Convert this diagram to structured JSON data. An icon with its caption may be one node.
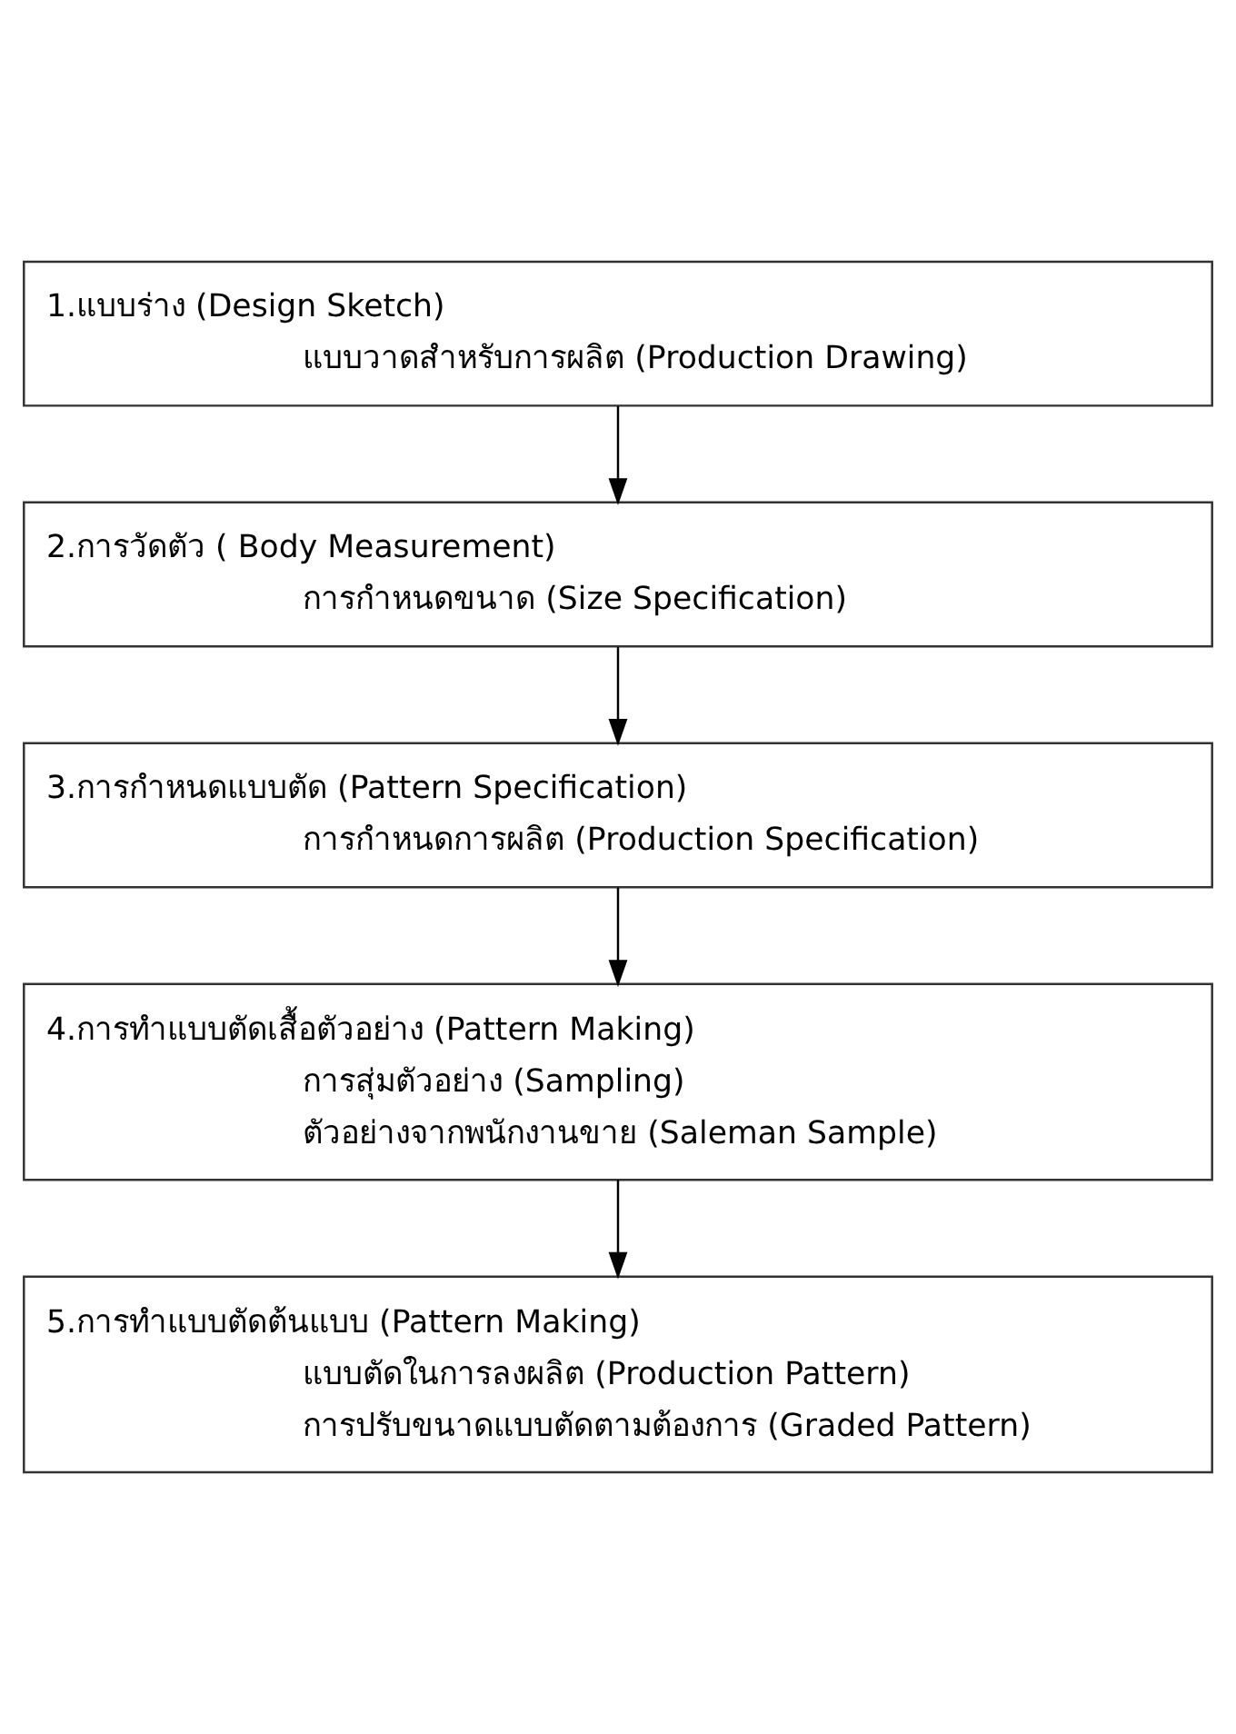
{
  "diagram": {
    "nodes": [
      {
        "text": [
          "1.แบบร่าง (Design Sketch)",
          "แบบวาดสำหรับการผลิต (Production Drawing)"
        ]
      },
      {
        "text": [
          "2.การวัดตัว ( Body Measurement)",
          "การกำหนดขนาด (Size Specification)"
        ]
      },
      {
        "text": [
          "3.การกำหนดแบบตัด (Pattern Specification)",
          "การกำหนดการผลิต (Production Specification)"
        ]
      },
      {
        "text": [
          "4.การทำแบบตัดเสื้อตัวอย่าง (Pattern Making)",
          "การสุ่มตัวอย่าง (Sampling)",
          "ตัวอย่างจากพนักงานขาย (Saleman Sample)"
        ]
      },
      {
        "text": [
          "5.การทำแบบตัดต้นแบบ (Pattern Making)",
          "แบบตัดในการลงผลิต (Production Pattern)",
          "การปรับขนาดแบบตัดตามต้องการ (Graded Pattern)"
        ]
      }
    ],
    "edges": [
      {
        "from": 0,
        "to": 1,
        "arrow": "to"
      },
      {
        "from": 1,
        "to": 2,
        "arrow": "to"
      },
      {
        "from": 2,
        "to": 3,
        "arrow": "to"
      },
      {
        "from": 3,
        "to": 4,
        "arrow": "to"
      }
    ]
  }
}
